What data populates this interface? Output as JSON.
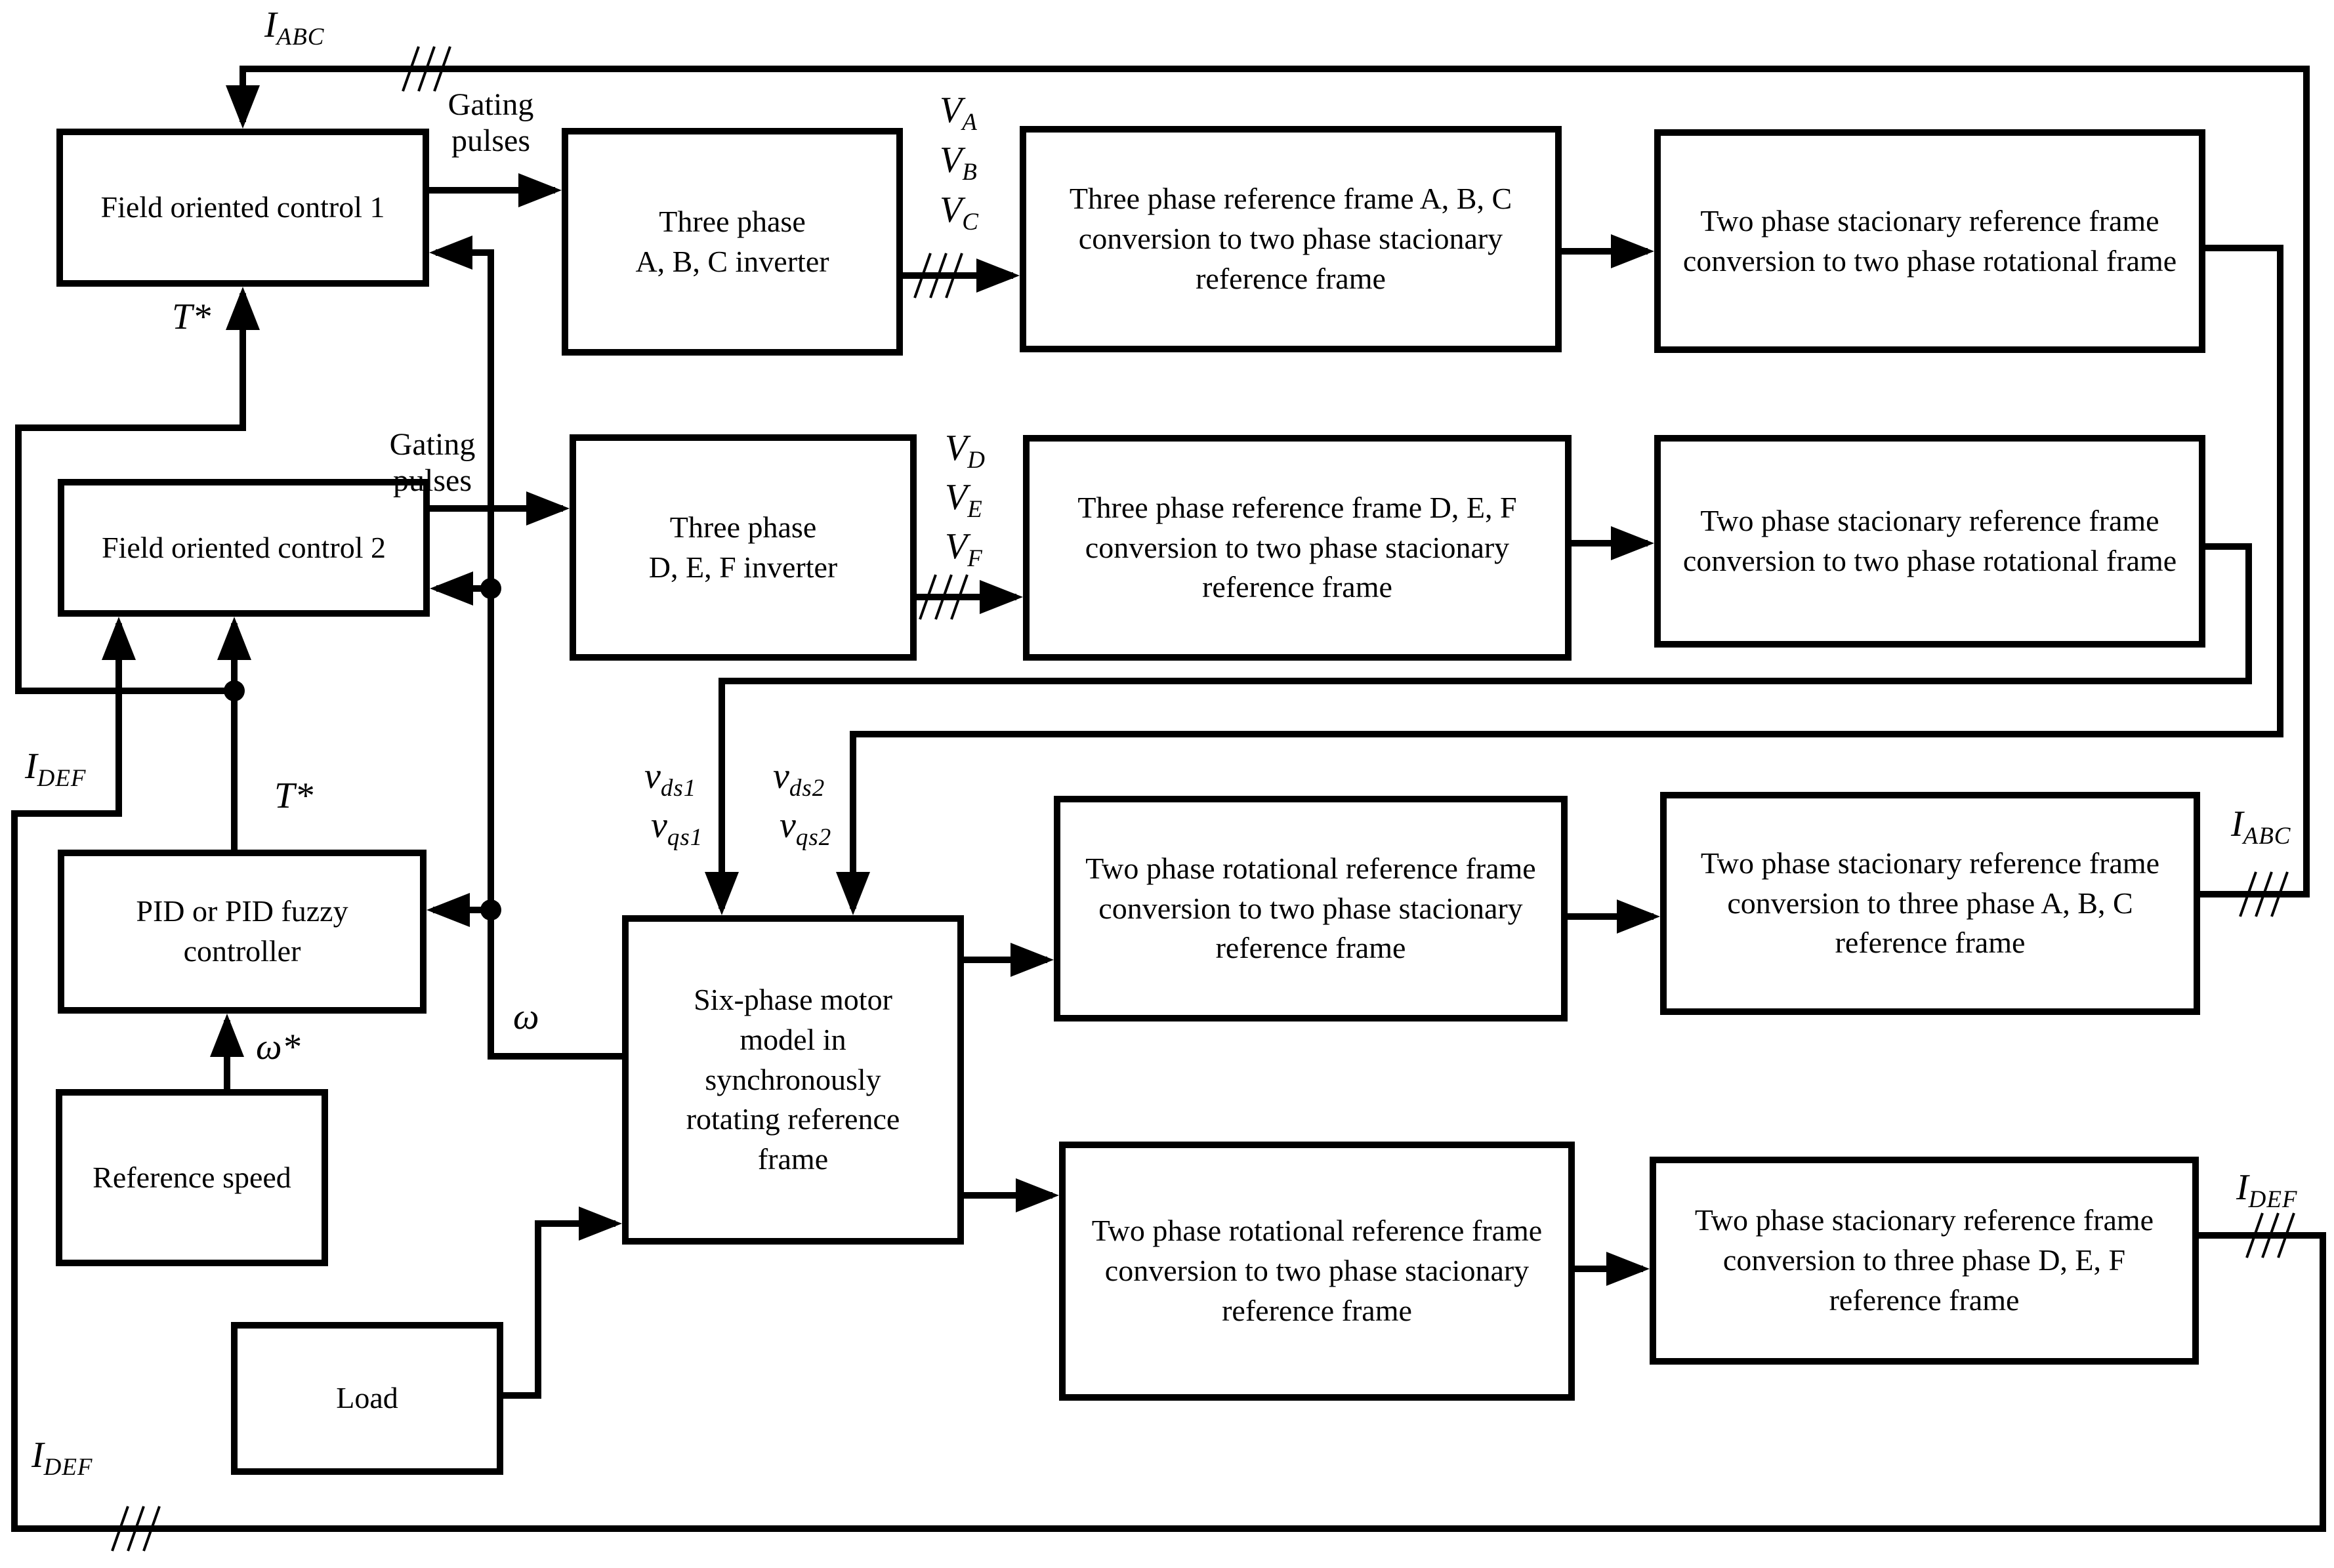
{
  "diagram_title": "Six-phase motor field oriented control block diagram",
  "colors": {
    "line": "#000000",
    "background": "#ffffff"
  },
  "blocks": {
    "foc1": {
      "label": "Field oriented control 1"
    },
    "inv1": {
      "label": "Three phase\nA, B, C inverter"
    },
    "conv1": {
      "label": "Three phase reference frame A, B, C conversion to two phase stacionary reference frame"
    },
    "rot1": {
      "label": "Two phase stacionary reference frame conversion to two phase rotational frame"
    },
    "foc2": {
      "label": "Field oriented control 2"
    },
    "inv2": {
      "label": "Three phase\nD, E, F inverter"
    },
    "conv2": {
      "label": "Three phase reference frame D, E, F conversion to two phase stacionary reference frame"
    },
    "rot2": {
      "label": "Two phase stacionary reference frame conversion to two phase rotational frame"
    },
    "motor": {
      "label": "Six-phase motor\nmodel in\nsynchronously\nrotating reference\nframe"
    },
    "r2s1": {
      "label": "Two phase rotational reference frame conversion to two phase stacionary reference frame"
    },
    "s2t1": {
      "label": "Two phase stacionary reference frame conversion to three phase  A, B, C reference frame"
    },
    "r2s2": {
      "label": "Two phase rotational reference frame conversion to two phase stacionary reference frame"
    },
    "s2t2": {
      "label": "Two phase stacionary reference frame conversion to three phase  D, E, F reference frame"
    },
    "pid": {
      "label": "PID or PID fuzzy\ncontroller"
    },
    "ref": {
      "label": "Reference speed"
    },
    "load": {
      "label": "Load"
    }
  },
  "wire_labels": {
    "gating1": "Gating\npulses",
    "gating2": "Gating\npulses",
    "i_abc_top": {
      "base": "I",
      "sub": "ABC"
    },
    "i_abc_right": {
      "base": "I",
      "sub": "ABC"
    },
    "i_def_left": {
      "base": "I",
      "sub": "DEF"
    },
    "i_def_right": {
      "base": "I",
      "sub": "DEF"
    },
    "i_def_bottom": {
      "base": "I",
      "sub": "DEF"
    },
    "v_a": {
      "base": "V",
      "sub": "A"
    },
    "v_b": {
      "base": "V",
      "sub": "B"
    },
    "v_c": {
      "base": "V",
      "sub": "C"
    },
    "v_d": {
      "base": "V",
      "sub": "D"
    },
    "v_e": {
      "base": "V",
      "sub": "E"
    },
    "v_f": {
      "base": "V",
      "sub": "F"
    },
    "v_ds1": {
      "base": "v",
      "sub": "ds1"
    },
    "v_qs1": {
      "base": "v",
      "sub": "qs1"
    },
    "v_ds2": {
      "base": "v",
      "sub": "ds2"
    },
    "v_qs2": {
      "base": "v",
      "sub": "qs2"
    },
    "t_star_foc1": "T*",
    "t_star_pid": "T*",
    "omega": "ω",
    "omega_star": "ω*"
  }
}
